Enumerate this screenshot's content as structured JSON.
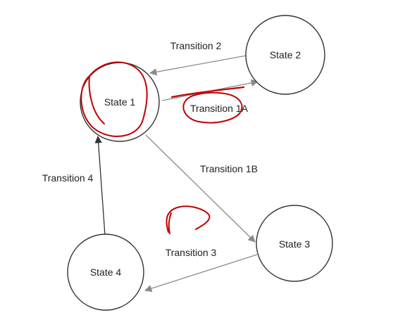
{
  "diagram": {
    "nodes": [
      {
        "id": "s1",
        "label": "State 1"
      },
      {
        "id": "s2",
        "label": "State 2"
      },
      {
        "id": "s3",
        "label": "State 3"
      },
      {
        "id": "s4",
        "label": "State 4"
      }
    ],
    "edges": [
      {
        "id": "t2",
        "from": "s2",
        "to": "s1",
        "label": "Transition 2"
      },
      {
        "id": "t1a",
        "from": "s1",
        "to": "s2",
        "label": "Transition 1A"
      },
      {
        "id": "t1b",
        "from": "s1",
        "to": "s3",
        "label": "Transition 1B"
      },
      {
        "id": "t3",
        "from": "s3",
        "to": "s4",
        "label": "Transition 3"
      },
      {
        "id": "t4",
        "from": "s4",
        "to": "s1",
        "label": "Transition 4"
      }
    ]
  },
  "colors": {
    "node_stroke": "#333333",
    "edge_stroke": "#8a8a8a",
    "edge_stroke_dark": "#333333",
    "annotation": "#c00000",
    "text": "#222222"
  }
}
